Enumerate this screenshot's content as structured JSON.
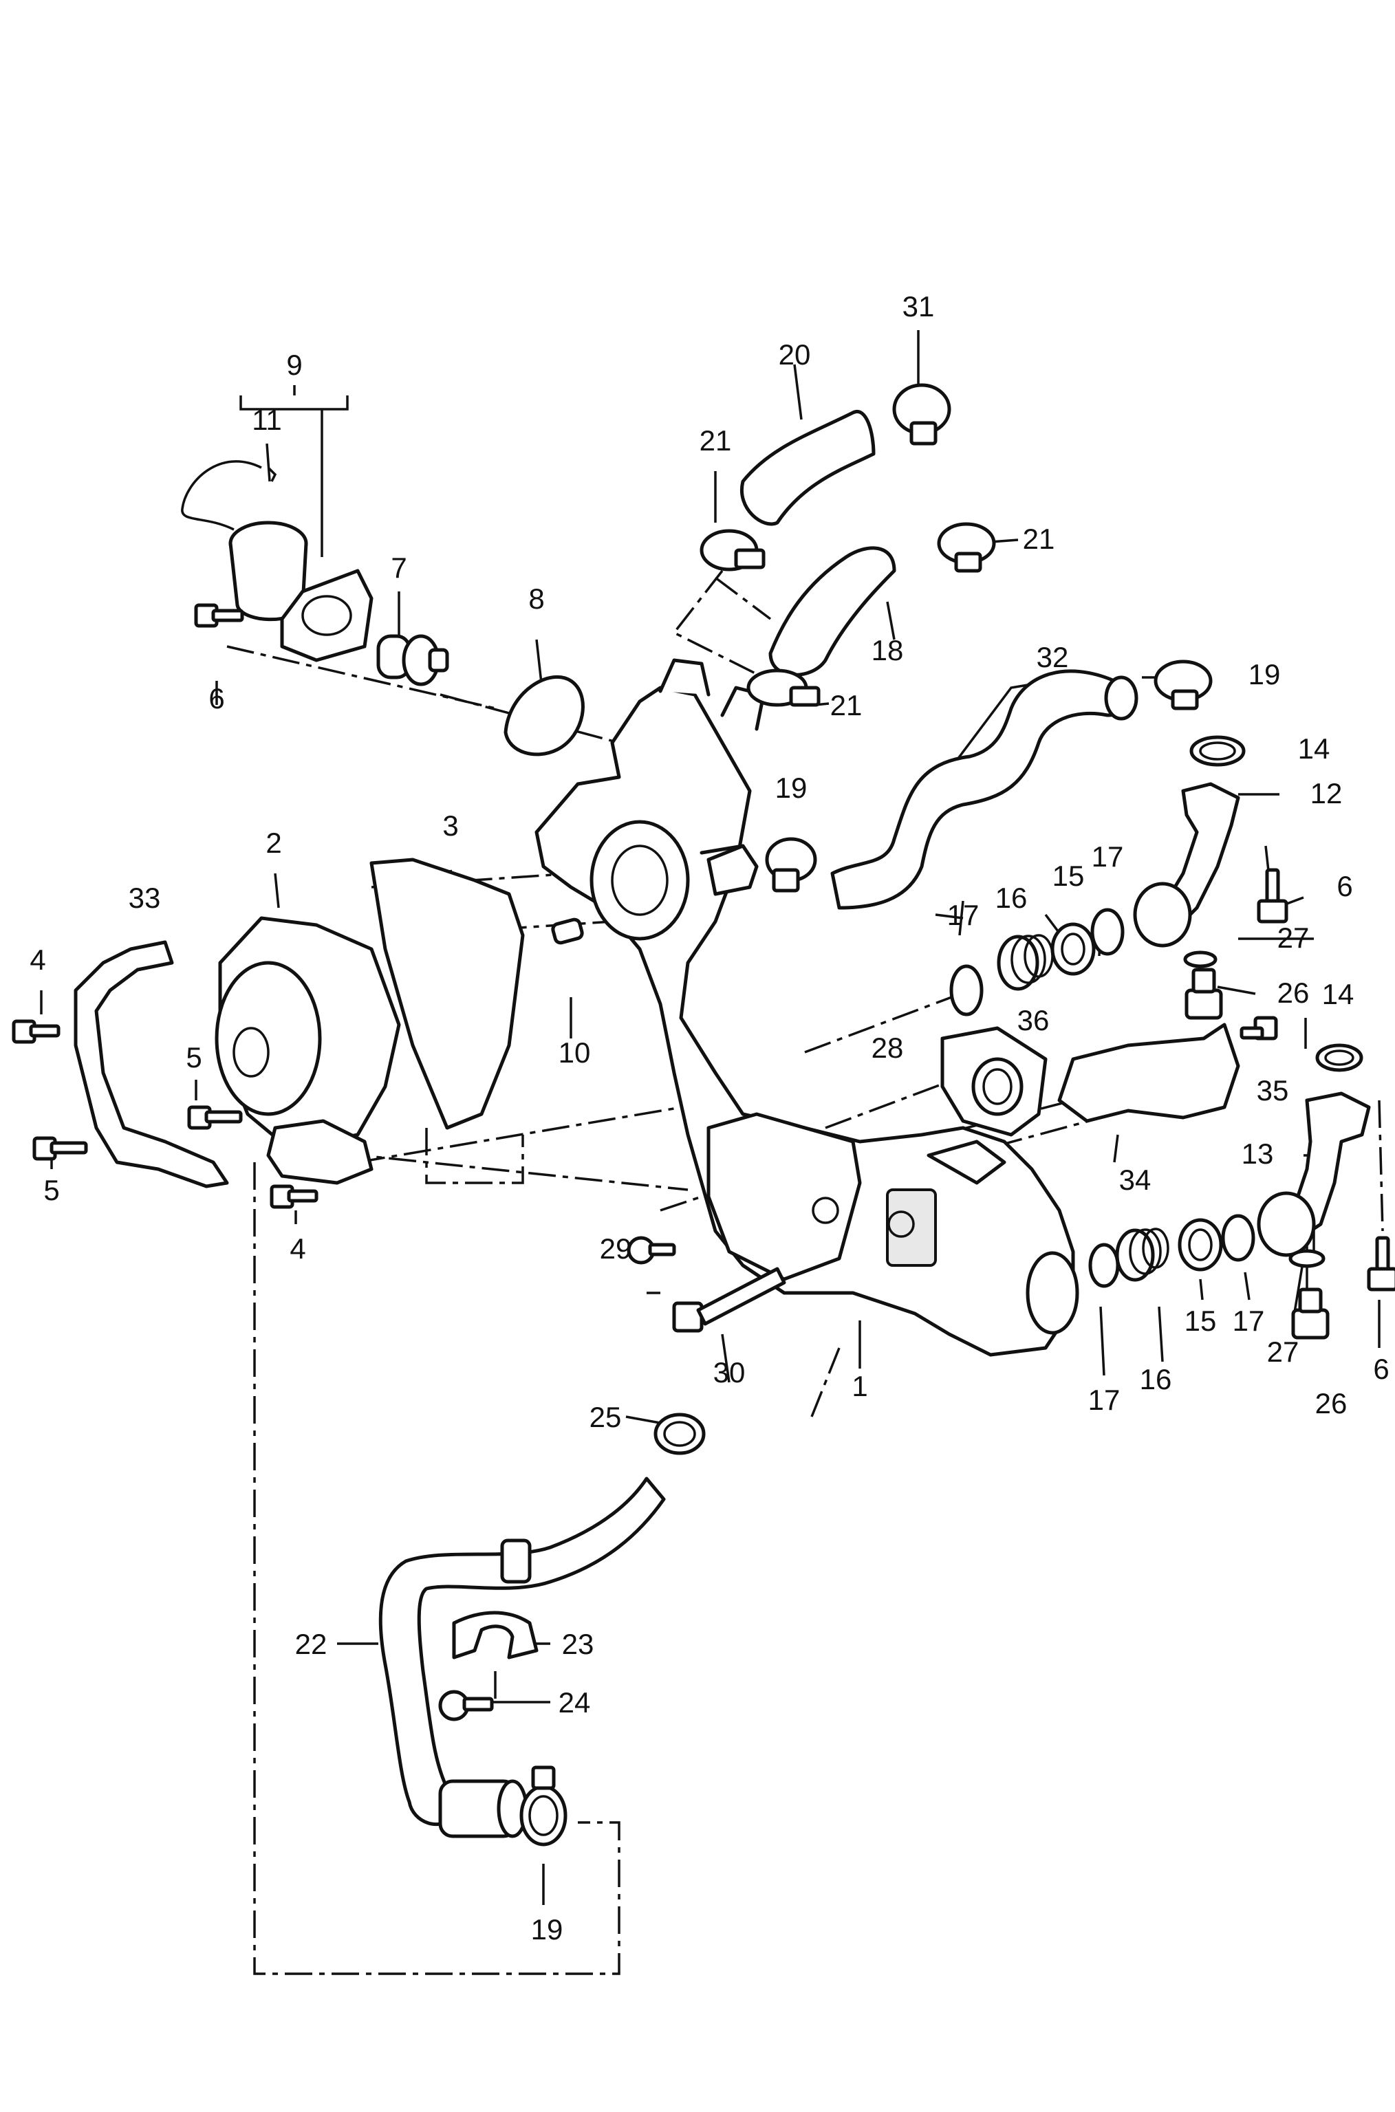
{
  "callouts": {
    "c1": "1",
    "c2": "2",
    "c3": "3",
    "c4a": "4",
    "c4b": "4",
    "c5a": "5",
    "c5b": "5",
    "c6a": "6",
    "c6b": "6",
    "c6c": "6",
    "c7": "7",
    "c8": "8",
    "c9": "9",
    "c10": "10",
    "c11": "11",
    "c12": "12",
    "c13": "13",
    "c14a": "14",
    "c14b": "14",
    "c15a": "15",
    "c15b": "15",
    "c16a": "16",
    "c16b": "16",
    "c17a": "17",
    "c17b": "17",
    "c17c": "17",
    "c17d": "17",
    "c18": "18",
    "c19a": "19",
    "c19b": "19",
    "c19c": "19",
    "c20": "20",
    "c21a": "21",
    "c21b": "21",
    "c21c": "21",
    "c22": "22",
    "c23": "23",
    "c24": "24",
    "c25": "25",
    "c26a": "26",
    "c26b": "26",
    "c27a": "27",
    "c27b": "27",
    "c28": "28",
    "c29": "29",
    "c30": "30",
    "c31": "31",
    "c32": "32",
    "c33": "33",
    "c34": "34",
    "c35": "35",
    "c36": "36"
  }
}
